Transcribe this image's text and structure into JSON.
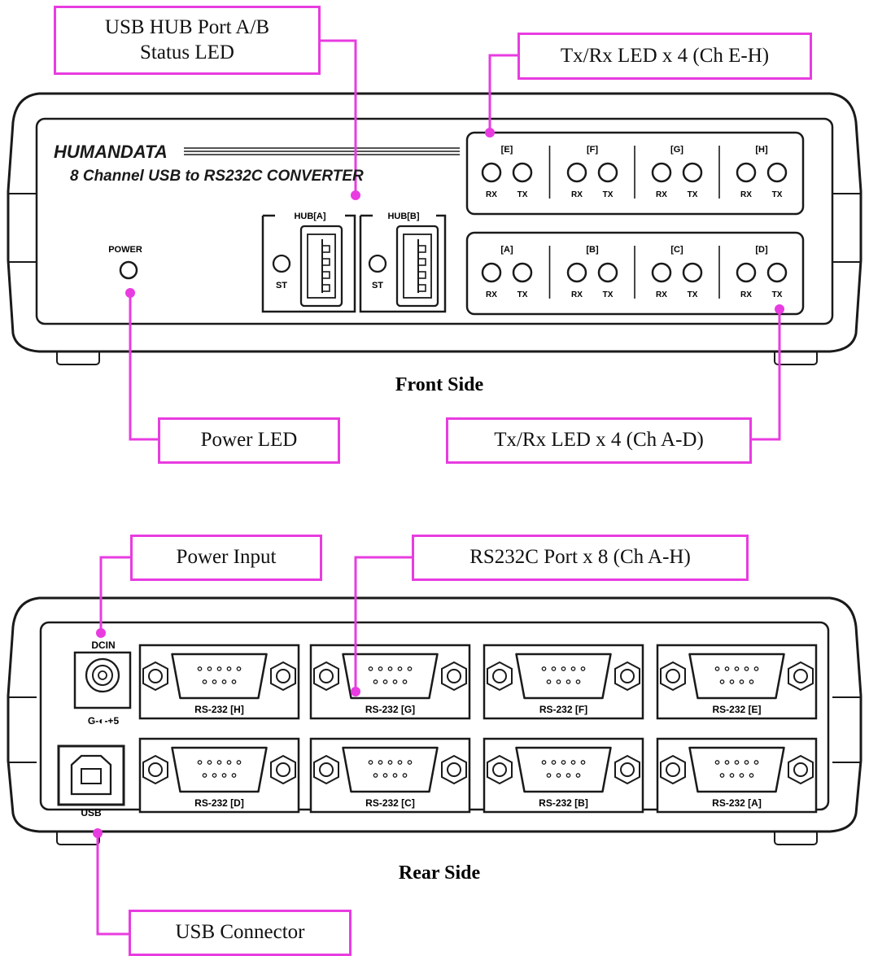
{
  "callouts": {
    "usb_hub_status": [
      "USB HUB Port A/B",
      "Status LED"
    ],
    "txrx_eh": "Tx/Rx LED x 4 (Ch E-H)",
    "power_led": "Power LED",
    "txrx_ad": "Tx/Rx LED x 4 (Ch A-D)",
    "power_input": "Power Input",
    "rs232_ports": "RS232C Port x 8 (Ch A-H)",
    "usb_connector": "USB Connector"
  },
  "front": {
    "caption": "Front Side",
    "brand": "HUMANDATA",
    "model": "8 Channel USB to RS232C CONVERTER",
    "power_label": "POWER",
    "hubs": [
      {
        "label": "HUB[A]",
        "st": "ST"
      },
      {
        "label": "HUB[B]",
        "st": "ST"
      }
    ],
    "top_channels": [
      "[E]",
      "[F]",
      "[G]",
      "[H]"
    ],
    "bottom_channels": [
      "[A]",
      "[B]",
      "[C]",
      "[D]"
    ],
    "rx_label": "RX",
    "tx_label": "TX"
  },
  "rear": {
    "caption": "Rear Side",
    "dcin_label": "DCIN",
    "polarity_label": "G-◐-+5",
    "usb_label": "USB",
    "top_ports": [
      "RS-232 [H]",
      "RS-232 [G]",
      "RS-232 [F]",
      "RS-232 [E]"
    ],
    "bottom_ports": [
      "RS-232 [D]",
      "RS-232 [C]",
      "RS-232 [B]",
      "RS-232 [A]"
    ]
  },
  "colors": {
    "callout": "#e83ce0",
    "device_outline": "#1a1a1a",
    "device_fill": "#ffffff"
  }
}
